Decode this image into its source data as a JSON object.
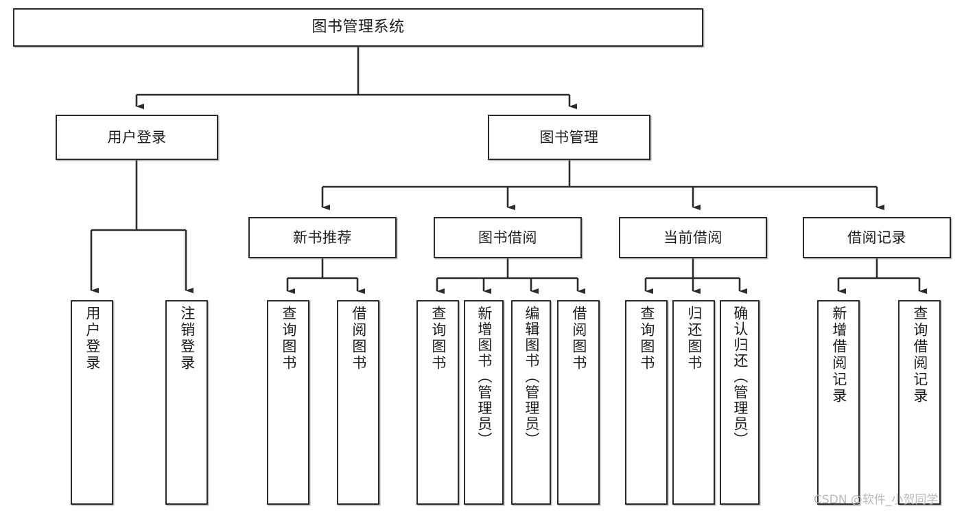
{
  "diagram": {
    "title": "图书管理系统",
    "type": "tree",
    "watermark": "CSDN @软件_小贺同学",
    "colors": {
      "box_border": "#2b2b2b",
      "box_fill": "#ffffff",
      "edge": "#2b2b2b",
      "text": "#1c1c1c",
      "watermark": "#b9b9b9"
    },
    "nodes": {
      "root": {
        "label": "图书管理系统"
      },
      "level2": [
        {
          "id": "user-login",
          "label": "用户登录"
        },
        {
          "id": "book-management",
          "label": "图书管理"
        }
      ],
      "level3": [
        {
          "id": "new-book-recommend",
          "label": "新书推荐"
        },
        {
          "id": "book-borrow",
          "label": "图书借阅"
        },
        {
          "id": "current-borrow",
          "label": "当前借阅"
        },
        {
          "id": "borrow-record",
          "label": "借阅记录"
        }
      ],
      "leaves": [
        {
          "id": "leaf-user-login",
          "label": "用户登录",
          "parent": "user-login"
        },
        {
          "id": "leaf-logout",
          "label": "注销登录",
          "parent": "user-login"
        },
        {
          "id": "leaf-query-book-1",
          "label": "查询图书",
          "parent": "new-book-recommend"
        },
        {
          "id": "leaf-borrow-book-1",
          "label": "借阅图书",
          "parent": "new-book-recommend"
        },
        {
          "id": "leaf-query-book-2",
          "label": "查询图书",
          "parent": "book-borrow"
        },
        {
          "id": "leaf-add-book",
          "label": "新增图书（管理员）",
          "parent": "book-borrow"
        },
        {
          "id": "leaf-edit-book",
          "label": "编辑图书（管理员）",
          "parent": "book-borrow"
        },
        {
          "id": "leaf-borrow-book-2",
          "label": "借阅图书",
          "parent": "book-borrow"
        },
        {
          "id": "leaf-query-book-3",
          "label": "查询图书",
          "parent": "current-borrow"
        },
        {
          "id": "leaf-return-book",
          "label": "归还图书",
          "parent": "current-borrow"
        },
        {
          "id": "leaf-confirm-return",
          "label": "确认归还（管理员）",
          "parent": "current-borrow"
        },
        {
          "id": "leaf-add-record",
          "label": "新增借阅记录",
          "parent": "borrow-record"
        },
        {
          "id": "leaf-query-record",
          "label": "查询借阅记录",
          "parent": "borrow-record"
        }
      ]
    }
  }
}
